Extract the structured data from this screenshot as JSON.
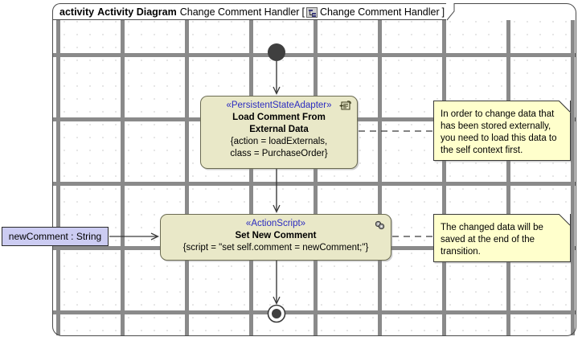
{
  "frame": {
    "keyword": "activity",
    "type_label": "Activity Diagram",
    "name": "Change Comment Handler",
    "bracket_open": "[",
    "icon": "tree-hierarchy-icon",
    "qualified_name": "Change Comment Handler",
    "bracket_close": "]"
  },
  "nodes": {
    "initial": {
      "kind": "initial-node",
      "label": ""
    },
    "load_comment": {
      "stereotype": "«PersistentStateAdapter»",
      "name_line1": "Load Comment From",
      "name_line2": "External Data",
      "body_line1": "{action = loadExternals,",
      "body_line2": "class = PurchaseOrder}",
      "icon": "persistent-state-adapter-icon"
    },
    "set_comment": {
      "stereotype": "«ActionScript»",
      "name_line1": "Set New Comment",
      "body_line1": "{script = \"set self.comment = newComment;\"}",
      "icon": "action-script-icon"
    },
    "final": {
      "kind": "final-node",
      "label": ""
    }
  },
  "parameter": {
    "label": "newComment : String"
  },
  "notes": [
    {
      "id": "note-load",
      "lines": [
        "In order to change data that",
        "has been stored externally,",
        "you need to load this data to",
        "the self context first."
      ]
    },
    {
      "id": "note-save",
      "lines": [
        "The changed data will be",
        "saved at the end of the",
        "transition."
      ]
    }
  ],
  "colors": {
    "action_fill": "#e9e8c8",
    "action_border": "#6b6b52",
    "note_fill": "#ffffcc",
    "note_border": "#3a3a3a",
    "param_fill": "#ccccf2",
    "stereotype_text": "#2b2bc0",
    "frame_border": "#4a4a4a",
    "grid_dot": "#9a9a9a",
    "canvas": "#ffffff"
  }
}
